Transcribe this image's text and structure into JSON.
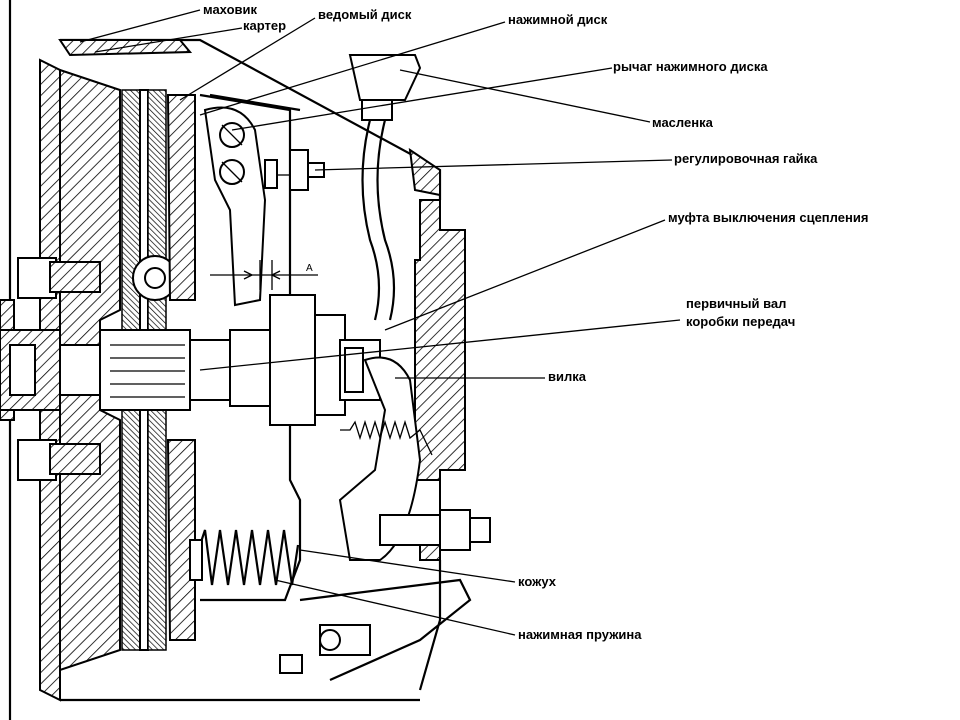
{
  "labels": {
    "flywheel": "маховик",
    "housing": "картер",
    "driven_disc": "ведомый диск",
    "pressure_plate": "нажимной диск",
    "release_lever": "рычаг нажимного диска",
    "oiler": "масленка",
    "adjusting_nut": "регулировочная гайка",
    "release_bearing": "муфта выключения сцепления",
    "input_shaft_line1": "первичный вал",
    "input_shaft_line2": "коробки передач",
    "fork": "вилка",
    "cover": "кожух",
    "pressure_spring": "нажимная пружина",
    "gap_dimension": "А"
  }
}
